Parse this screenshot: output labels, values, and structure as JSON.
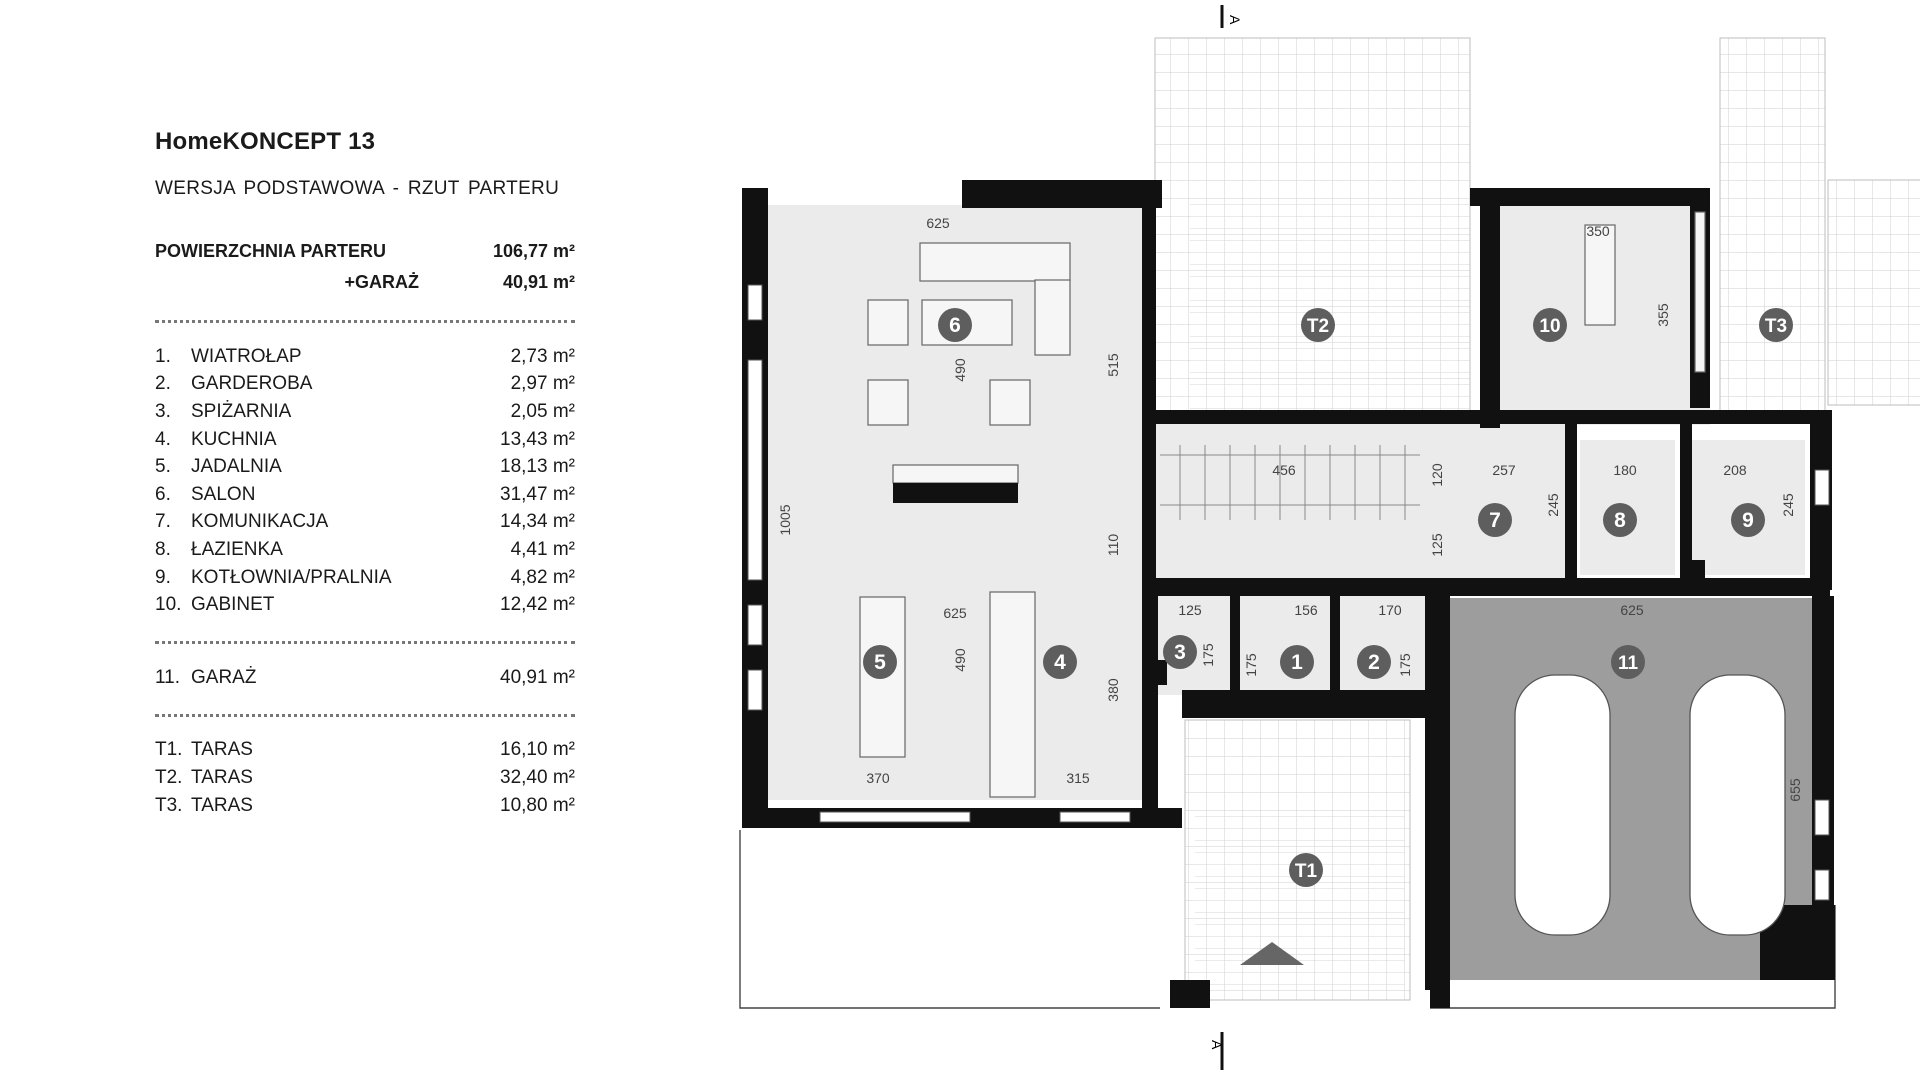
{
  "title": "HomeKONCEPT 13",
  "subtitle": "WERSJA  PODSTAWOWA   -   RZUT PARTERU",
  "totals": [
    {
      "label": "POWIERZCHNIA PARTERU",
      "value": "106,77 m²"
    },
    {
      "label": "+GARAŻ",
      "value": "40,91 m²"
    }
  ],
  "rooms": [
    {
      "num": "1.",
      "name": "WIATROŁAP",
      "area": "2,73 m²"
    },
    {
      "num": "2.",
      "name": "GARDEROBA",
      "area": "2,97 m²"
    },
    {
      "num": "3.",
      "name": "SPIŻARNIA",
      "area": "2,05 m²"
    },
    {
      "num": "4.",
      "name": "KUCHNIA",
      "area": "13,43 m²"
    },
    {
      "num": "5.",
      "name": "JADALNIA",
      "area": "18,13 m²"
    },
    {
      "num": "6.",
      "name": "SALON",
      "area": "31,47 m²"
    },
    {
      "num": "7.",
      "name": "KOMUNIKACJA",
      "area": "14,34 m²"
    },
    {
      "num": "8.",
      "name": "ŁAZIENKA",
      "area": "4,41 m²"
    },
    {
      "num": "9.",
      "name": "KOTŁOWNIA/PRALNIA",
      "area": "4,82 m²"
    },
    {
      "num": "10.",
      "name": "GABINET",
      "area": "12,42 m²"
    }
  ],
  "garage": [
    {
      "num": "11.",
      "name": "GARAŻ",
      "area": "40,91 m²"
    }
  ],
  "terraces": [
    {
      "num": "T1.",
      "name": "TARAS",
      "area": "16,10 m²"
    },
    {
      "num": "T2.",
      "name": "TARAS",
      "area": "32,40 m²"
    },
    {
      "num": "T3.",
      "name": "TARAS",
      "area": "10,80 m²"
    }
  ],
  "plan": {
    "section_marker": "A",
    "room_badges": [
      "1",
      "2",
      "3",
      "4",
      "5",
      "6",
      "7",
      "8",
      "9",
      "10",
      "11",
      "T1",
      "T2",
      "T3"
    ],
    "dimensions": [
      "625",
      "515",
      "490",
      "1005",
      "110",
      "380",
      "625",
      "490",
      "370",
      "315",
      "456",
      "120",
      "125",
      "257",
      "180",
      "245",
      "208",
      "245",
      "350",
      "355",
      "125",
      "175",
      "156",
      "175",
      "170",
      "175",
      "625",
      "655"
    ],
    "colors": {
      "wall": "#111111",
      "room_fill": "#ebebeb",
      "garage_fill": "#9d9d9d",
      "badge_fill": "#5e5e5e",
      "terrace_grid": "#d0d0d0"
    }
  }
}
